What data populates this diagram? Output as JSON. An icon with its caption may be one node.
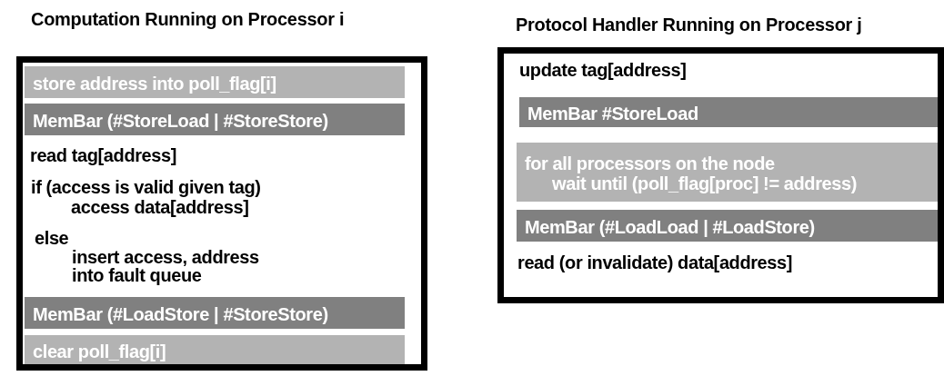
{
  "diagram": {
    "nodes": [
      {
        "text": [
          "Computation Running on Processor i"
        ]
      },
      {
        "text": [
          "store address into poll_flag[i]"
        ],
        "in": 0
      },
      {
        "text": [
          "MemBar (#StoreLoad | #StoreStore)"
        ],
        "in": 0
      },
      {
        "text": [
          "MemBar (#LoadStore | #StoreStore)"
        ],
        "in": 0
      },
      {
        "text": [
          "clear poll_flag[i]"
        ],
        "in": 0
      },
      {
        "text": [
          "Protocol Handler Running on Processor j"
        ]
      },
      {
        "text": [
          "MemBar #StoreLoad"
        ],
        "in": 5
      },
      {
        "text": [
          "for all processors on the node",
          "wait until (poll_flag[proc] != address)"
        ],
        "in": 5
      },
      {
        "text": [
          "MemBar (#LoadLoad | #LoadStore)"
        ],
        "in": 5
      }
    ],
    "labels": [
      "read tag[address]",
      "if (access is valid given tag)",
      "access data[address]",
      "else",
      "insert access, address into fault queue",
      "update tag[address]",
      "read (or invalidate) data[address]"
    ]
  }
}
